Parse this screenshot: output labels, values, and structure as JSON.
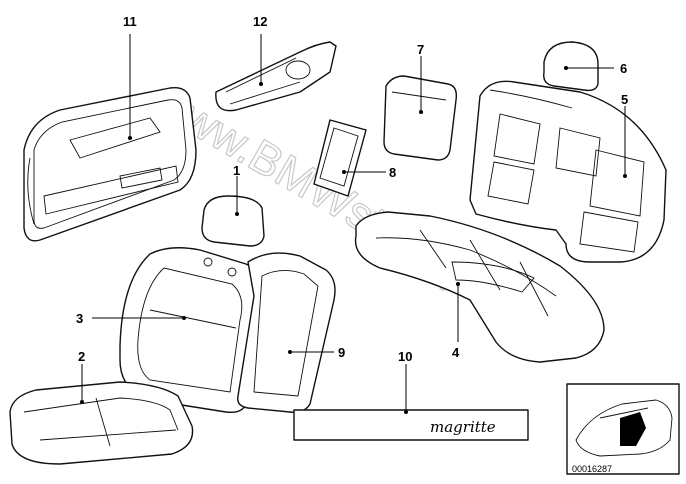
{
  "watermark": "www.BMWstore.pl",
  "labels": {
    "p1": "1",
    "p2": "2",
    "p3": "3",
    "p4": "4",
    "p5": "5",
    "p6": "6",
    "p7": "7",
    "p8": "8",
    "p9": "9",
    "p10": "10",
    "p11": "11",
    "p12": "12"
  },
  "emblem_text": "magritte",
  "diagram_code": "00016287",
  "colors": {
    "line": "#111111",
    "watermark": "#c8c8c8",
    "background": "#ffffff"
  }
}
